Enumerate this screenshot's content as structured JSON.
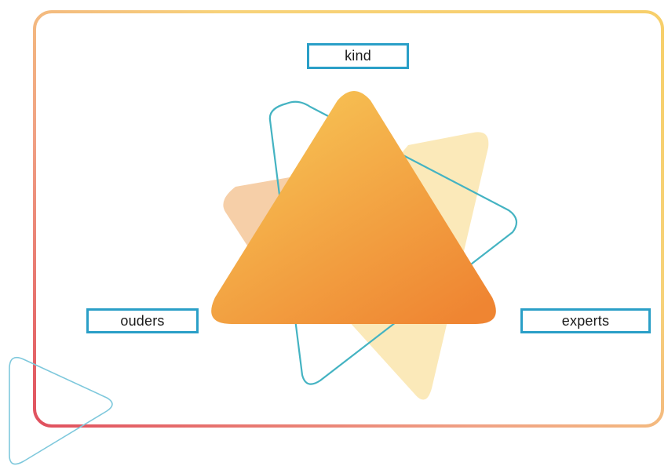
{
  "labels": {
    "top": "kind",
    "left": "ouders",
    "right": "experts"
  },
  "colors": {
    "frame_gradient_start": "#e0505e",
    "frame_gradient_end": "#f7cf6a",
    "main_triangle_start": "#f6bb4f",
    "main_triangle_end": "#ef8732",
    "back_triangle_yellow": "#fbe7b2",
    "back_triangle_peach": "#f6cfa8",
    "outline_teal": "#44b3c2",
    "outline_light_blue": "#7ec8dc",
    "label_border": "#2a9fc7"
  }
}
